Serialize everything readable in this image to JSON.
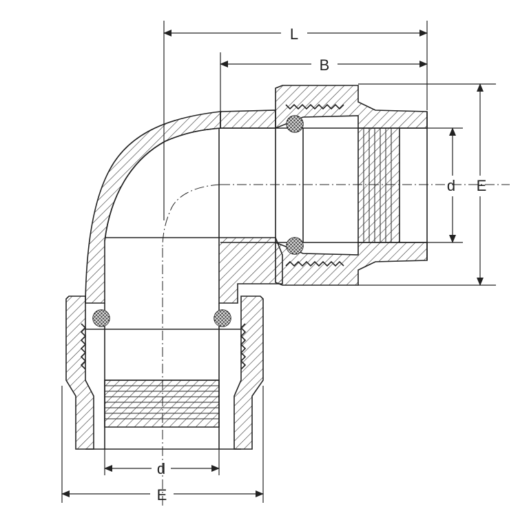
{
  "dimensions": {
    "L": "L",
    "B": "B",
    "d_right": "d",
    "E_right": "E",
    "d_bottom": "d",
    "E_bottom": "E"
  },
  "colors": {
    "stroke": "#222222",
    "hatch": "#333333",
    "oring_fill": "#555555"
  }
}
